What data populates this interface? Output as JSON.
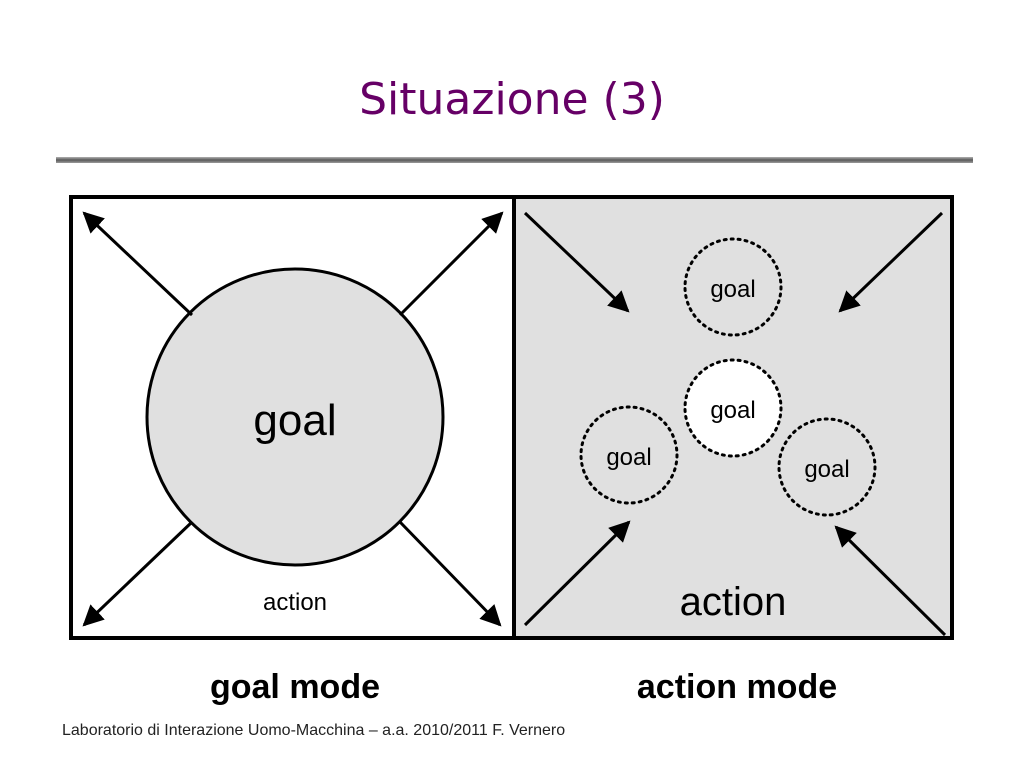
{
  "slide": {
    "title": "Situazione (3)",
    "footer": "Laboratorio di Interazione Uomo-Macchina – a.a. 2010/2011 F. Vernero"
  },
  "diagram": {
    "left_panel": {
      "goal_label": "goal",
      "action_label": "action",
      "caption": "goal mode"
    },
    "right_panel": {
      "goal_labels": [
        "goal",
        "goal",
        "goal",
        "goal"
      ],
      "action_label": "action",
      "caption": "action mode"
    },
    "colors": {
      "title": "#660066",
      "right_panel_fill": "#e0e0e0",
      "left_circle_fill": "#e0e0e0",
      "stroke": "#000000"
    }
  }
}
